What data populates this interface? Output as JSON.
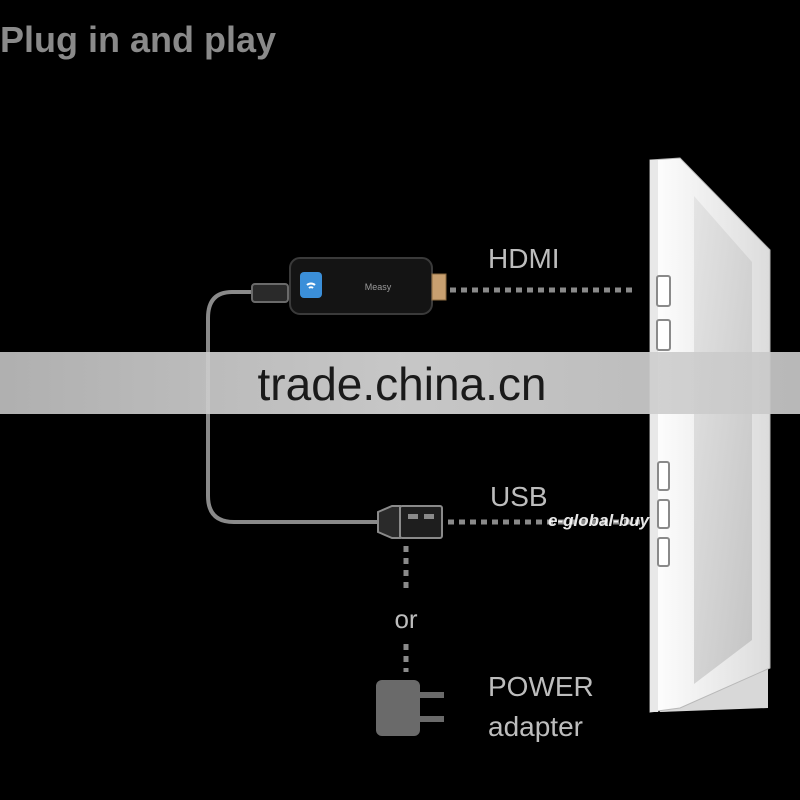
{
  "title": "Plug in and play",
  "labels": {
    "hdmi": "HDMI",
    "usb": "USB",
    "or": "or",
    "power_line1": "POWER",
    "power_line2": "adapter"
  },
  "dongle_brand": "Measy",
  "watermarks": {
    "banner": "trade.china.cn",
    "seller": "e-global-buy"
  },
  "colors": {
    "background": "#000000",
    "title": "#8a8a8a",
    "label": "#bdbdbd",
    "cable": "#8a8a8a",
    "tv_frame": "#f2f2f2",
    "tv_screen": "#d6d6d6",
    "dongle_body": "#141414",
    "hdmi_plug": "#c8a070",
    "dongle_led": "#3b8fd9",
    "banner": "#cfcfcf"
  }
}
